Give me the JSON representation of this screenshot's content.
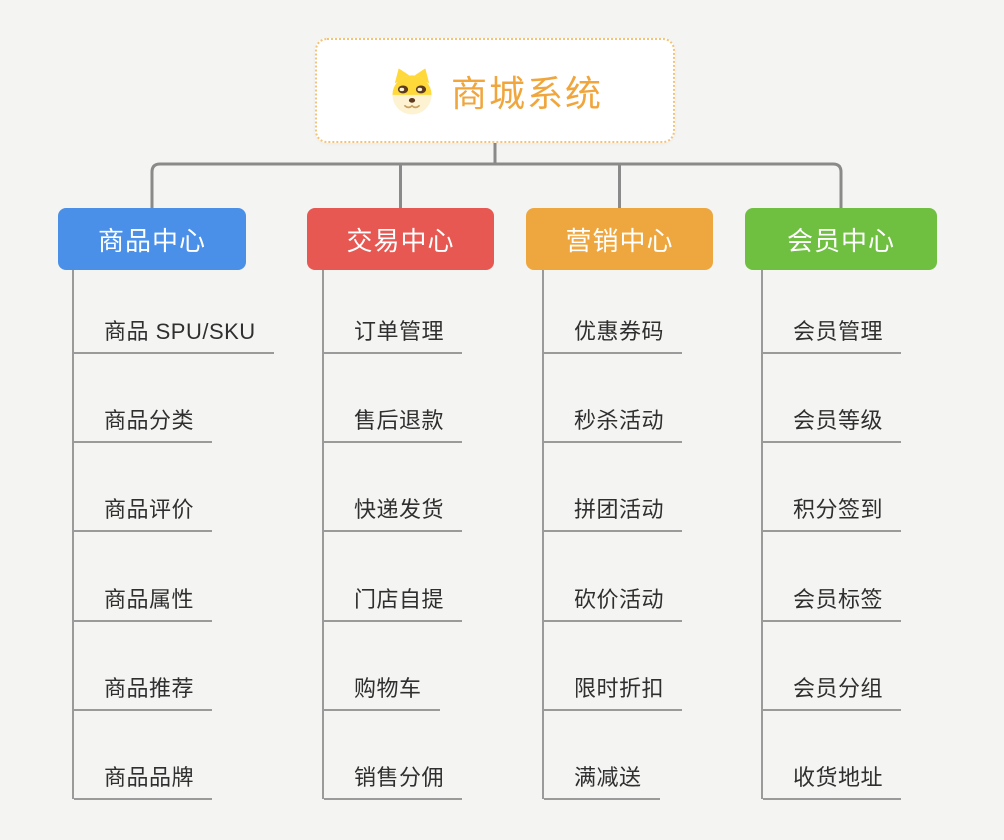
{
  "root": {
    "label": "商城系统",
    "icon": "doge-icon",
    "text_color": "#F0A63C",
    "border_color": "#F3C376"
  },
  "branches": [
    {
      "label": "商品中心",
      "color": "#4A90E8",
      "items": [
        "商品 SPU/SKU",
        "商品分类",
        "商品评价",
        "商品属性",
        "商品推荐",
        "商品品牌"
      ]
    },
    {
      "label": "交易中心",
      "color": "#E75852",
      "items": [
        "订单管理",
        "售后退款",
        "快递发货",
        "门店自提",
        "购物车",
        "销售分佣"
      ]
    },
    {
      "label": "营销中心",
      "color": "#EEA73E",
      "items": [
        "优惠券码",
        "秒杀活动",
        "拼团活动",
        "砍价活动",
        "限时折扣",
        "满减送"
      ]
    },
    {
      "label": "会员中心",
      "color": "#6FC040",
      "items": [
        "会员管理",
        "会员等级",
        "积分签到",
        "会员标签",
        "会员分组",
        "收货地址"
      ]
    }
  ],
  "connector_color": "#8A8A8A",
  "line_color": "#9A9A9A",
  "background_color": "#F4F4F3"
}
